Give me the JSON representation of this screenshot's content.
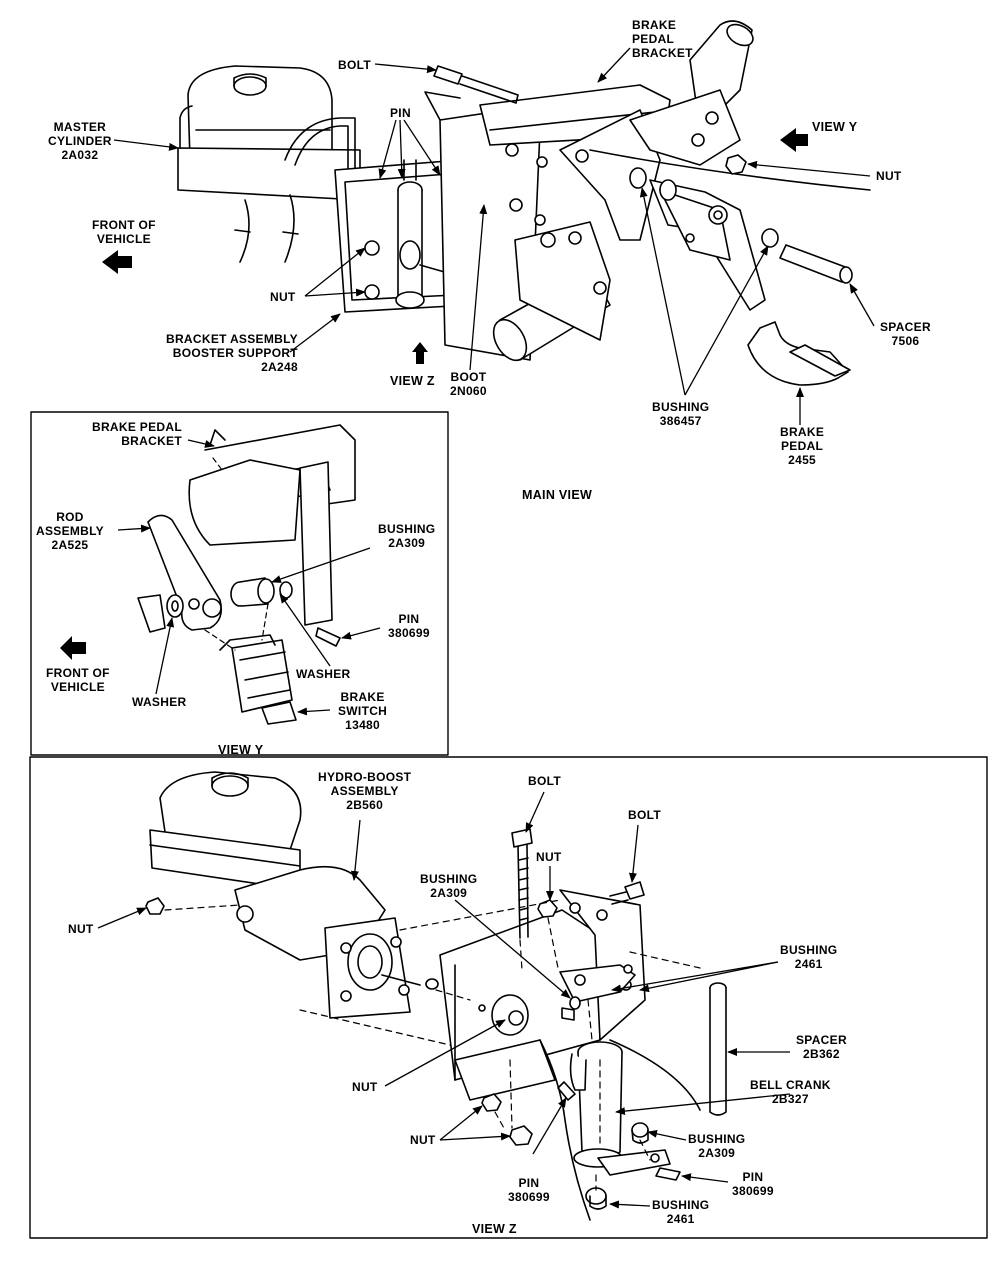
{
  "main_view": {
    "title": "MAIN VIEW",
    "labels": {
      "bolt": "BOLT",
      "brake_pedal_bracket": "BRAKE\nPEDAL\nBRACKET",
      "pin": "PIN",
      "master_cylinder": "MASTER\nCYLINDER\n2A032",
      "view_y": "VIEW Y",
      "nut_right": "NUT",
      "front_of_vehicle": "FRONT OF\nVEHICLE",
      "nut_left": "NUT",
      "spacer": "SPACER\n7506",
      "bracket_assembly": "BRACKET ASSEMBLY\nBOOSTER SUPPORT\n2A248",
      "view_z": "VIEW Z",
      "boot": "BOOT\n2N060",
      "bushing": "BUSHING\n386457",
      "brake_pedal": "BRAKE\nPEDAL\n2455"
    }
  },
  "view_y": {
    "title": "VIEW Y",
    "labels": {
      "brake_pedal_bracket": "BRAKE PEDAL\nBRACKET",
      "rod_assembly": "ROD\nASSEMBLY\n2A525",
      "bushing": "BUSHING\n2A309",
      "pin": "PIN\n380699",
      "front_of_vehicle": "FRONT OF\nVEHICLE",
      "washer_right": "WASHER",
      "washer_left": "WASHER",
      "brake_switch": "BRAKE\nSWITCH\n13480"
    }
  },
  "view_z": {
    "title": "VIEW Z",
    "labels": {
      "hydro_boost": "HYDRO-BOOST\nASSEMBLY\n2B560",
      "bolt_top": "BOLT",
      "bolt_right": "BOLT",
      "nut_top": "NUT",
      "bushing_2a309": "BUSHING\n2A309",
      "nut_left": "NUT",
      "bushing_2461_top": "BUSHING\n2461",
      "spacer": "SPACER\n2B362",
      "nut_mid": "NUT",
      "bell_crank": "BELL CRANK\n2B327",
      "nut_bottom": "NUT",
      "bushing_2a309_bottom": "BUSHING\n2A309",
      "pin_left": "PIN\n380699",
      "pin_right": "PIN\n380699",
      "bushing_2461_bottom": "BUSHING\n2461"
    }
  }
}
